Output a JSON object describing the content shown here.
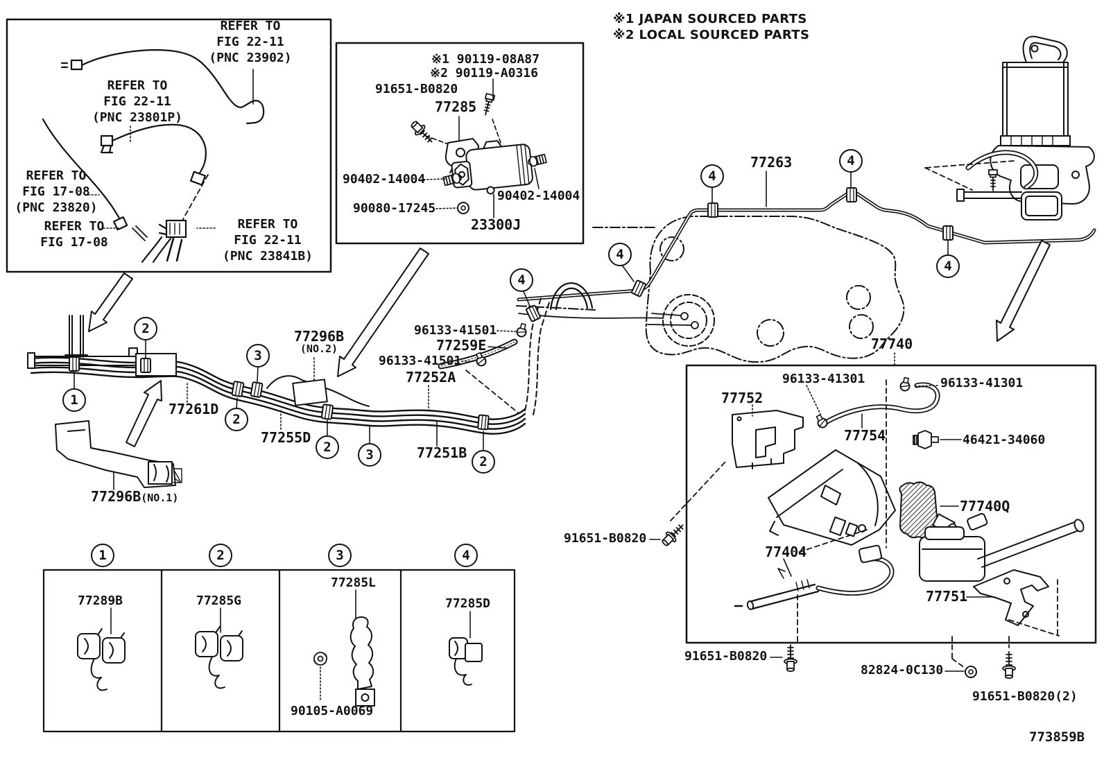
{
  "notes": {
    "line1": "※1 JAPAN SOURCED PARTS",
    "line2": "※2 LOCAL SOURCED PARTS"
  },
  "diagram_code": "773859B",
  "refer_box": {
    "top_right": [
      "REFER TO",
      "FIG 22-11",
      "(PNC 23902)"
    ],
    "middle": [
      "REFER TO",
      "FIG 22-11",
      "(PNC 23801P)"
    ],
    "left": [
      "REFER TO",
      "FIG 17-08",
      "(PNC 23820)"
    ],
    "bottom_left": [
      "REFER TO",
      "FIG 17-08"
    ],
    "bottom_right": [
      "REFER TO",
      "FIG 22-11",
      "(PNC 23841B)"
    ]
  },
  "filter_box": {
    "note1": "※1 90119-08A87",
    "note2": "※2 90119-A0316",
    "bolt": "91651-B0820",
    "bracket": "77285",
    "union_left": "90402-14004",
    "union_right": "90402-14004",
    "gasket": "90080-17245",
    "assembly": "23300J"
  },
  "main": {
    "tube_breather": "77263",
    "canister_assy": "77740",
    "protector_no2": "77296B",
    "protector_no2_sub": "(NO.2)",
    "protector_no1": "77296B",
    "protector_no1_sub": "(NO.1)",
    "tube_77261d": "77261D",
    "tube_77255d": "77255D",
    "clamp_upper": "96133-41501",
    "hose": "77259E",
    "clamp_lower": "96133-41501",
    "tube_77252a": "77252A",
    "tube_77251b": "77251B"
  },
  "canister_box": {
    "clamp_left": "96133-41301",
    "clamp_right": "96133-41301",
    "bracket_upper": "77752",
    "hose_77754": "77754",
    "check_valve": "46421-34060",
    "filter_77740q": "77740Q",
    "hose_77404": "77404",
    "bracket_lower": "77751",
    "bolt_left": "91651-B0820",
    "bolt_bottom": "91651-B0820",
    "grommet": "82824-0C130",
    "bolt_pair": "91651-B0820(2)"
  },
  "clip_table": {
    "items": [
      {
        "num": "1",
        "part": "77289B"
      },
      {
        "num": "2",
        "part": "77285G"
      },
      {
        "num": "3",
        "part": "77285L",
        "sub_part": "90105-A0069"
      },
      {
        "num": "4",
        "part": "77285D"
      }
    ]
  },
  "callouts": {
    "c1": "1",
    "c2": "2",
    "c3": "3",
    "c4": "4"
  }
}
